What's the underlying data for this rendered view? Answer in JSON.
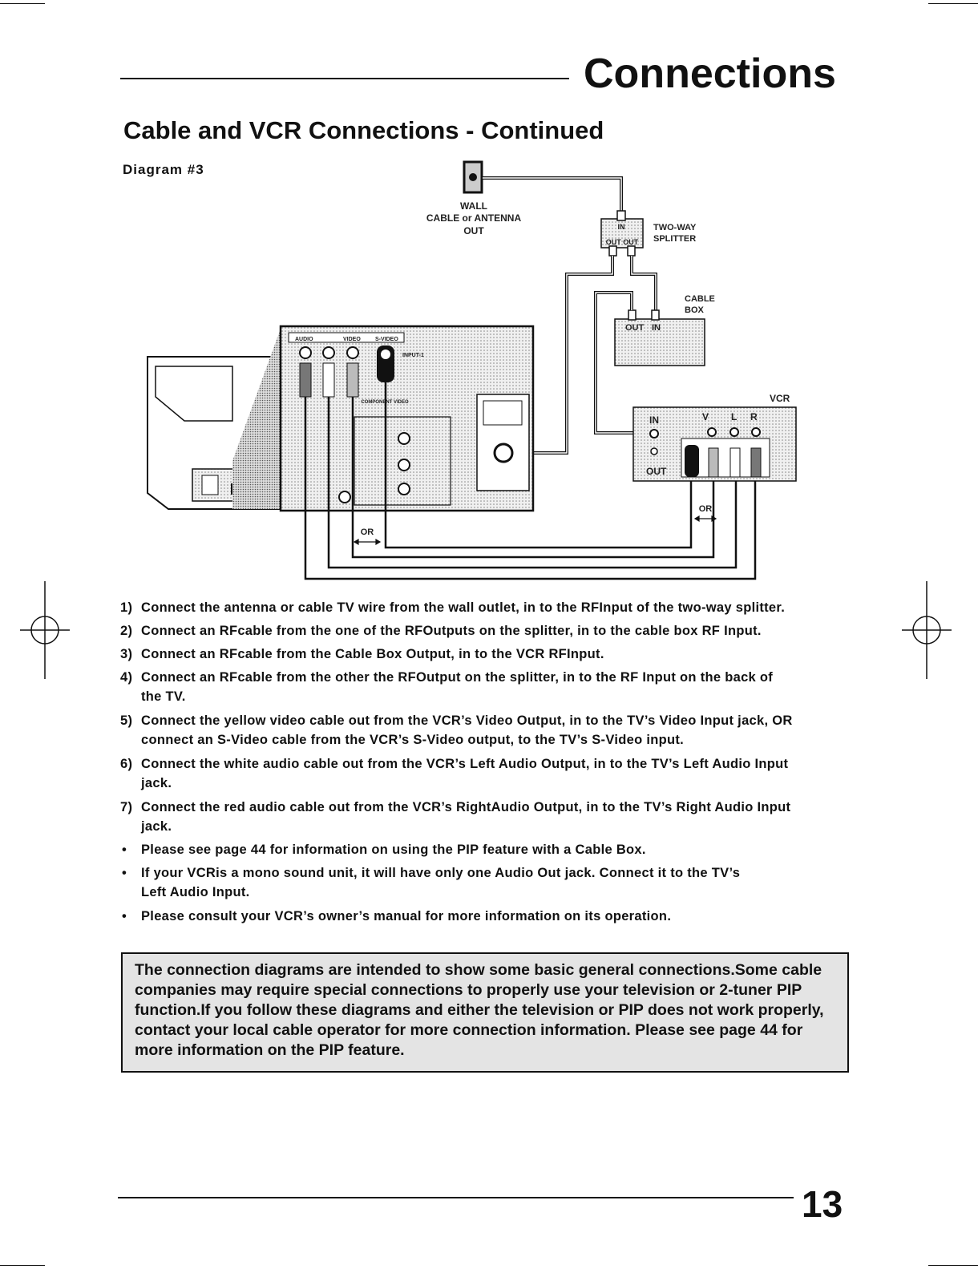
{
  "header": {
    "section_title": "Connections",
    "subtitle": "Cable and VCR Connections - Continued",
    "diagram_label": "Diagram #3"
  },
  "diagram": {
    "wall_label_1": "WALL",
    "wall_label_2": "CABLE or ANTENNA",
    "wall_label_3": "OUT",
    "splitter_in": "IN",
    "splitter_out": "OUT OUT",
    "splitter_label_1": "TWO-WAY",
    "splitter_label_2": "SPLITTER",
    "cablebox_label_1": "CABLE",
    "cablebox_label_2": "BOX",
    "cablebox_out": "OUT",
    "cablebox_in": "IN",
    "vcr_label": "VCR",
    "vcr_in": "IN",
    "vcr_out": "OUT",
    "vcr_v": "V",
    "vcr_l": "L",
    "vcr_r": "R",
    "tv_audio": "AUDIO",
    "tv_video": "VIDEO",
    "tv_svideo": "S-VIDEO",
    "tv_input1": "INPUT-1",
    "tv_component": "COMPONENT VIDEO",
    "or_left": "OR",
    "or_right": "OR"
  },
  "steps": [
    {
      "num": "1)",
      "text": "Connect the antenna or cable TV wire from the wall outlet, in to the RFInput of the two-way splitter.",
      "cont": ""
    },
    {
      "num": "2)",
      "text": "Connect an RFcable from the one of the RFOutputs on the splitter, in to the cable box RF Input.",
      "cont": ""
    },
    {
      "num": "3)",
      "text": "Connect an RFcable from the Cable Box Output, in to the VCR RFInput.",
      "cont": ""
    },
    {
      "num": "4)",
      "text": "Connect an RFcable from the other the RFOutput on the splitter, in to the RF Input on the back of",
      "cont": "the TV."
    },
    {
      "num": "5)",
      "text": "Connect the yellow video cable out from the VCR’s Video Output, in to the TV’s Video Input jack, OR",
      "cont": "connect an S-Video cable from the VCR’s S-Video output, to the TV’s S-Video input."
    },
    {
      "num": "6)",
      "text": "Connect the white audio cable out from the VCR’s Left Audio Output, in to the TV’s Left Audio Input",
      "cont": "jack."
    },
    {
      "num": "7)",
      "text": "Connect the red audio cable out from the VCR’s RightAudio Output, in to the TV’s Right Audio Input",
      "cont": "jack."
    }
  ],
  "bullets": [
    {
      "dot": "•",
      "text": "Please see page 44 for information on using the PIP feature with a Cable Box.",
      "cont": ""
    },
    {
      "dot": "•",
      "text": "If your VCRis a mono sound unit, it will have only one Audio Out jack. Connect it to the TV’s",
      "cont": "Left Audio Input."
    },
    {
      "dot": "•",
      "text": "Please consult your VCR’s owner’s manual for more information on its operation.",
      "cont": ""
    }
  ],
  "notice": "The connection diagrams are intended to show some basic general connections.Some cable companies may require special connections to properly use your television or 2-tuner PIP function.If you follow these diagrams and either the television or PIP does not work properly, contact your local cable operator for more connection information. Please see page 44 for more information on the PIP feature.",
  "page_number": "13"
}
